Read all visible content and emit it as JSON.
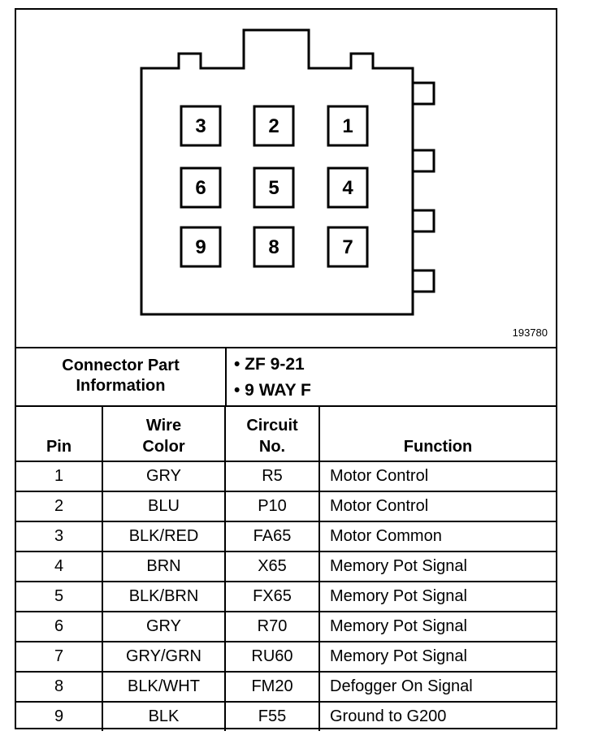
{
  "figure_id": "193780",
  "connector_pins": [
    "3",
    "2",
    "1",
    "6",
    "5",
    "4",
    "9",
    "8",
    "7"
  ],
  "connector_info": {
    "label_line1": "Connector Part",
    "label_line2": "Information",
    "items": [
      "• ZF 9-21",
      "• 9 WAY F"
    ]
  },
  "table": {
    "headers": {
      "pin": "Pin",
      "wire_color_line1": "Wire",
      "wire_color_line2": "Color",
      "circuit_line1": "Circuit",
      "circuit_line2": "No.",
      "function": "Function"
    },
    "rows": [
      {
        "pin": "1",
        "color": "GRY",
        "circuit": "R5",
        "function": "Motor Control"
      },
      {
        "pin": "2",
        "color": "BLU",
        "circuit": "P10",
        "function": "Motor Control"
      },
      {
        "pin": "3",
        "color": "BLK/RED",
        "circuit": "FA65",
        "function": "Motor Common"
      },
      {
        "pin": "4",
        "color": "BRN",
        "circuit": "X65",
        "function": "Memory Pot Signal"
      },
      {
        "pin": "5",
        "color": "BLK/BRN",
        "circuit": "FX65",
        "function": "Memory Pot Signal"
      },
      {
        "pin": "6",
        "color": "GRY",
        "circuit": "R70",
        "function": "Memory Pot Signal"
      },
      {
        "pin": "7",
        "color": "GRY/GRN",
        "circuit": "RU60",
        "function": "Memory Pot Signal"
      },
      {
        "pin": "8",
        "color": "BLK/WHT",
        "circuit": "FM20",
        "function": "Defogger On Signal"
      },
      {
        "pin": "9",
        "color": "BLK",
        "circuit": "F55",
        "function": "Ground to G200"
      }
    ]
  }
}
